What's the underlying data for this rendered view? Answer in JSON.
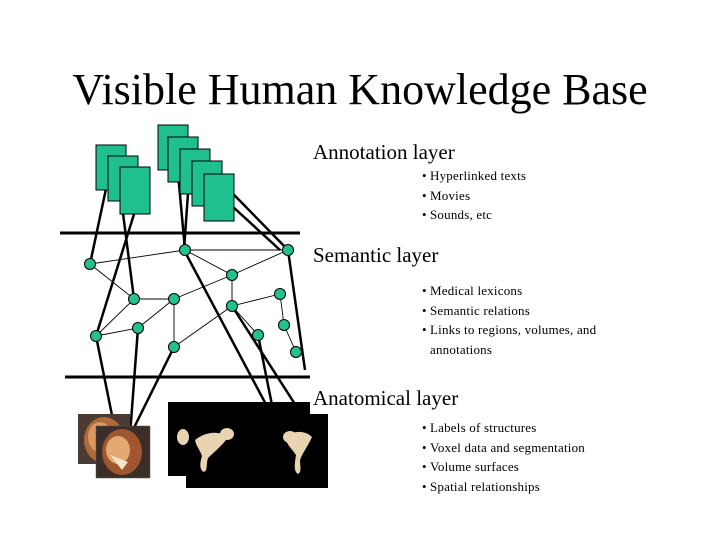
{
  "title": "Visible Human Knowledge Base",
  "layers": [
    {
      "name": "Annotation layer",
      "items": [
        "Hyperlinked texts",
        "Movies",
        "Sounds, etc"
      ]
    },
    {
      "name": "Semantic layer",
      "items": [
        "Medical lexicons",
        "Semantic relations",
        "Links to regions, volumes, and annotations"
      ]
    },
    {
      "name": "Anatomical layer",
      "items": [
        "Labels of structures",
        "Voxel data and segmentation",
        "Volume surfaces",
        "Spatial relationships"
      ]
    }
  ],
  "colors": {
    "document": "#1fbf8f",
    "node": "#22c28a",
    "scan_panel": "#000000",
    "bone": "#e8d4b0"
  }
}
